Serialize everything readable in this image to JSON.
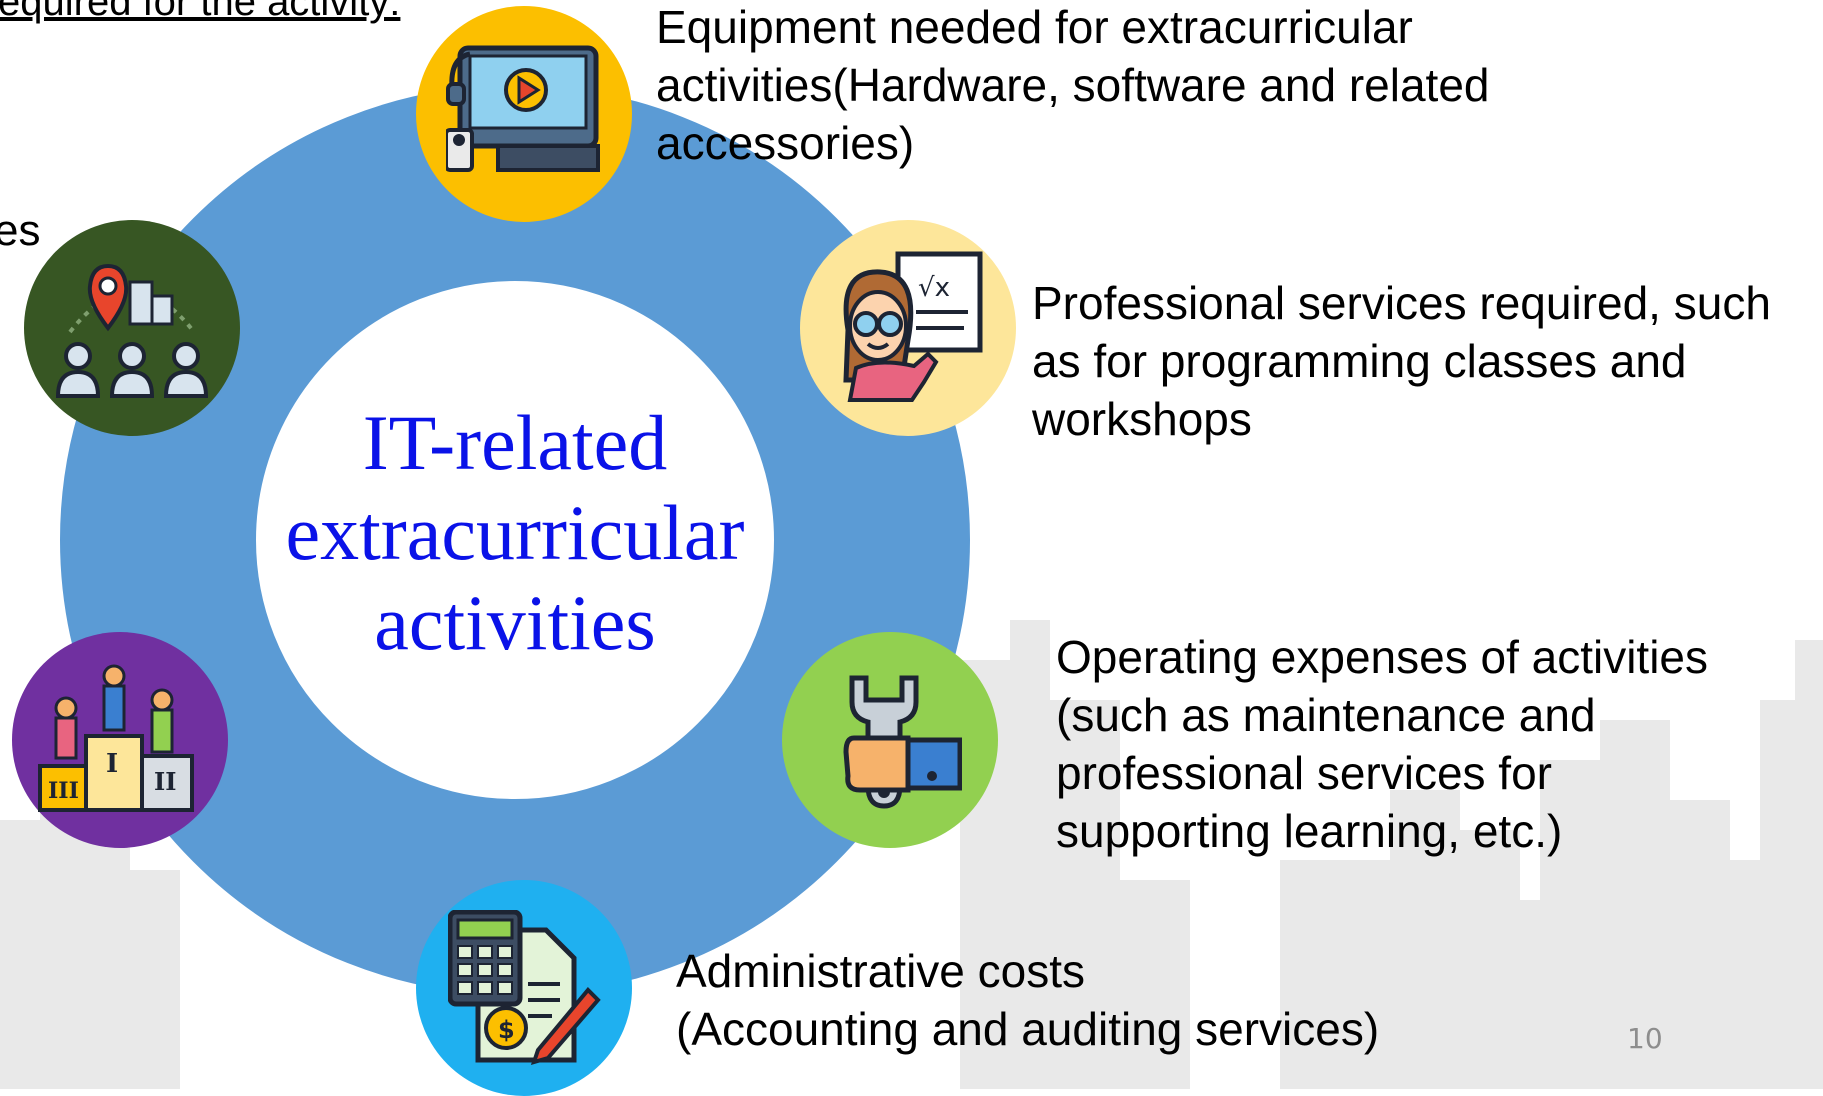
{
  "heading": "equired for the activity:",
  "cut_fragment": "es",
  "center": {
    "line1": "IT-related",
    "line2": "extracurricular",
    "line3": "activities"
  },
  "items": {
    "equipment": {
      "line1": "Equipment needed for extracurricular",
      "line2": "activities(Hardware, software and related",
      "line3": "accessories)",
      "icon": "computer-media-icon",
      "color": "#fcbf00"
    },
    "professional": {
      "line1": "Professional services required, such",
      "line2": "as for programming classes and",
      "line3": "workshops",
      "icon": "teacher-icon",
      "color": "#fde69a"
    },
    "operating": {
      "line1": "Operating expenses of activities",
      "line2": "(such as maintenance and",
      "line3": "professional services for",
      "line4": "supporting learning, etc.)",
      "icon": "wrench-hand-icon",
      "color": "#92d050"
    },
    "administrative": {
      "line1": "Administrative costs",
      "line2": "(Accounting and auditing services)",
      "icon": "calculator-invoice-icon",
      "color": "#1fb0f0"
    },
    "venue": {
      "icon": "location-people-icon",
      "color": "#375623"
    },
    "competition": {
      "icon": "podium-icon",
      "color": "#7030a0"
    }
  },
  "ring_color": "#5b9bd5",
  "page_number": "10"
}
